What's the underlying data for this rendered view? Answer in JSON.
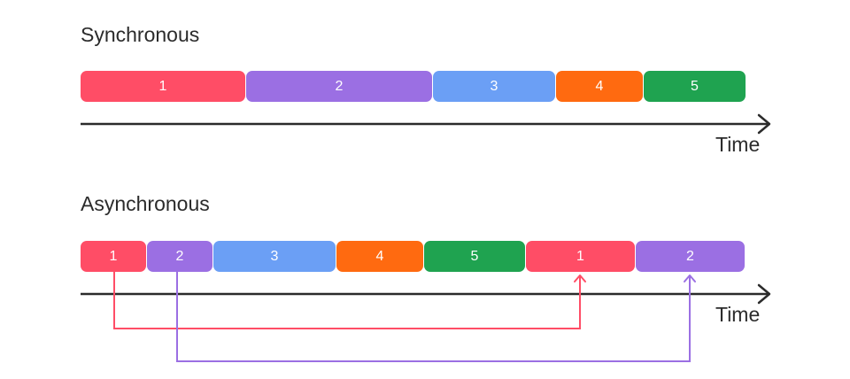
{
  "colors": {
    "task1": "#ff4d66",
    "task2": "#9b6fe3",
    "task3": "#6b9ff5",
    "task4": "#ff6a10",
    "task5": "#1fa350",
    "axis": "#2b2b2b"
  },
  "synchronous": {
    "title": "Synchronous",
    "axis_label": "Time",
    "tasks": [
      {
        "label": "1",
        "color": "#ff4d66"
      },
      {
        "label": "2",
        "color": "#9b6fe3"
      },
      {
        "label": "3",
        "color": "#6b9ff5"
      },
      {
        "label": "4",
        "color": "#ff6a10"
      },
      {
        "label": "5",
        "color": "#1fa350"
      }
    ]
  },
  "asynchronous": {
    "title": "Asynchronous",
    "axis_label": "Time",
    "tasks": [
      {
        "label": "1",
        "color": "#ff4d66"
      },
      {
        "label": "2",
        "color": "#9b6fe3"
      },
      {
        "label": "3",
        "color": "#6b9ff5"
      },
      {
        "label": "4",
        "color": "#ff6a10"
      },
      {
        "label": "5",
        "color": "#1fa350"
      },
      {
        "label": "1",
        "color": "#ff4d66"
      },
      {
        "label": "2",
        "color": "#9b6fe3"
      }
    ],
    "connectors": [
      {
        "from": "1",
        "to": "1",
        "color": "#ff4d66"
      },
      {
        "from": "2",
        "to": "2",
        "color": "#9b6fe3"
      }
    ]
  }
}
